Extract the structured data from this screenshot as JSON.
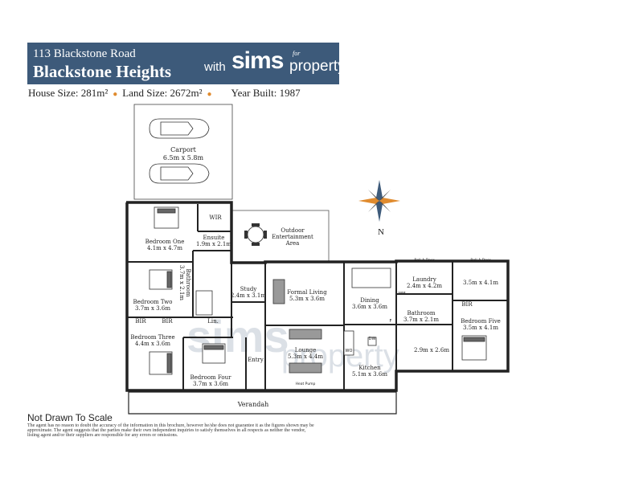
{
  "header": {
    "address": "113 Blackstone Road",
    "suburb": "Blackstone Heights",
    "brand_with": "with",
    "brand_name": "sims",
    "brand_for": "for",
    "brand_property": "property",
    "banner_color": "#3d5a7a"
  },
  "stats": {
    "house_size": "House Size: 281m²",
    "land_size": "Land Size: 2672m²",
    "year_built": "Year Built: 1987",
    "bullet": "●",
    "bullet_color": "#e08b2e"
  },
  "compass": {
    "north": "N"
  },
  "rooms": {
    "carport": {
      "name": "Carport",
      "dims": "6.5m x 5.8m"
    },
    "bedroom_one": {
      "name": "Bedroom One",
      "dims": "4.1m x 4.7m"
    },
    "wir": "WIR",
    "ensuite": {
      "name": "Ensuite",
      "dims": "1.9m x 2.1m"
    },
    "bathroom": {
      "name": "Bathroom",
      "dims": "3.7m x 2.1m"
    },
    "outdoor": {
      "name1": "Outdoor",
      "name2": "Entertainment",
      "name3": "Area"
    },
    "study": {
      "name": "Study",
      "dims": "2.4m x 3.1m"
    },
    "formal_living": {
      "name": "Formal Living",
      "dims": "5.3m x 3.6m"
    },
    "dining": {
      "name": "Dining",
      "dims": "3.6m x 3.6m"
    },
    "laundry": {
      "name": "Laundry",
      "dims": "2.4m x 4.2m"
    },
    "room_35x41": {
      "dims": "3.5m x 4.1m"
    },
    "bedroom_two": {
      "name": "Bedroom Two",
      "dims": "3.7m x 3.6m"
    },
    "bir": "BIR",
    "lin": "Lin.",
    "bathroom2": {
      "name": "Bathroom",
      "dims": "3.7m x 2.1m"
    },
    "bedroom_five": {
      "name": "Bedroom Five",
      "dims": "3.5m x 4.1m"
    },
    "bedroom_three": {
      "name": "Bedroom Three",
      "dims": "4.4m x 3.6m"
    },
    "lounge": {
      "name": "Lounge",
      "dims": "5.3m x 4.4m"
    },
    "kitchen": {
      "name": "Kitchen",
      "dims": "5.1m x 3.6m"
    },
    "room_29x26": {
      "dims": "2.9m x 2.6m"
    },
    "bedroom_four": {
      "name": "Bedroom Four",
      "dims": "3.7m x 3.6m"
    },
    "entry": "Entry",
    "verandah": "Verandah",
    "heat_pump": "Heat Pump",
    "roll_a_door": "Roll-A-Door",
    "dw": "DW",
    "wo": "WO",
    "wm": "WM",
    "f": "F"
  },
  "footer": {
    "not_to_scale": "Not Drawn To Scale",
    "disclaimer": "The agent has no reason to doubt the accuracy of the information in this brochure, however he/she does not guarantee it as the figures shown may be approximate. The agent suggests that the parties make their own independent inquiries to satisfy themselves in all respects as neither the vendor, listing agent and/or their suppliers are responsible for any errors or omissions."
  }
}
